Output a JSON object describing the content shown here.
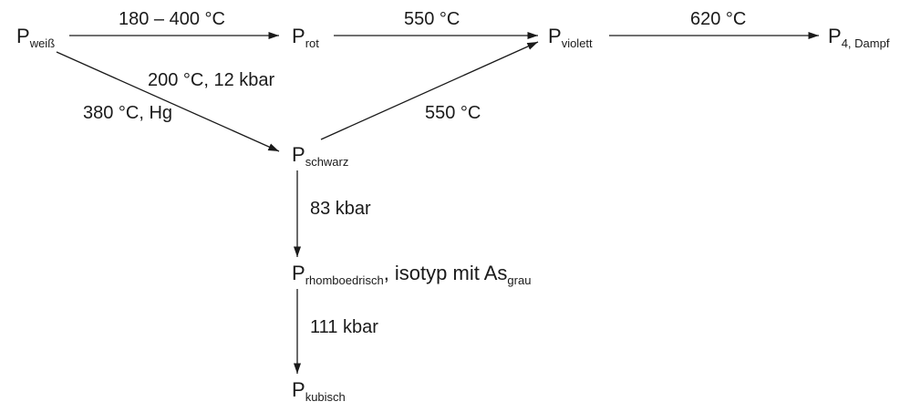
{
  "nodes": {
    "weiss": {
      "main": "P",
      "sub": "weiß"
    },
    "rot": {
      "main": "P",
      "sub": "rot"
    },
    "violett": {
      "main": "P",
      "sub": "violett"
    },
    "dampf": {
      "main": "P",
      "sub": "4, Dampf"
    },
    "schwarz": {
      "main": "P",
      "sub": "schwarz"
    },
    "rhombo": {
      "main": "P",
      "sub": "rhomboedrisch",
      "suffix": ", isotyp mit As",
      "suffix_sub": "grau"
    },
    "kubisch": {
      "main": "P",
      "sub": "kubisch"
    }
  },
  "labels": {
    "weiss_rot": "180 – 400 °C",
    "rot_violett": "550 °C",
    "violett_dampf": "620 °C",
    "weiss_schwarz_top": "200 °C, 12 kbar",
    "weiss_schwarz_bottom": "380 °C, Hg",
    "schwarz_violett": "550 °C",
    "schwarz_rhombo": "83 kbar",
    "rhombo_kubisch": "111 kbar"
  },
  "colors": {
    "ink": "#1a1a1a"
  }
}
